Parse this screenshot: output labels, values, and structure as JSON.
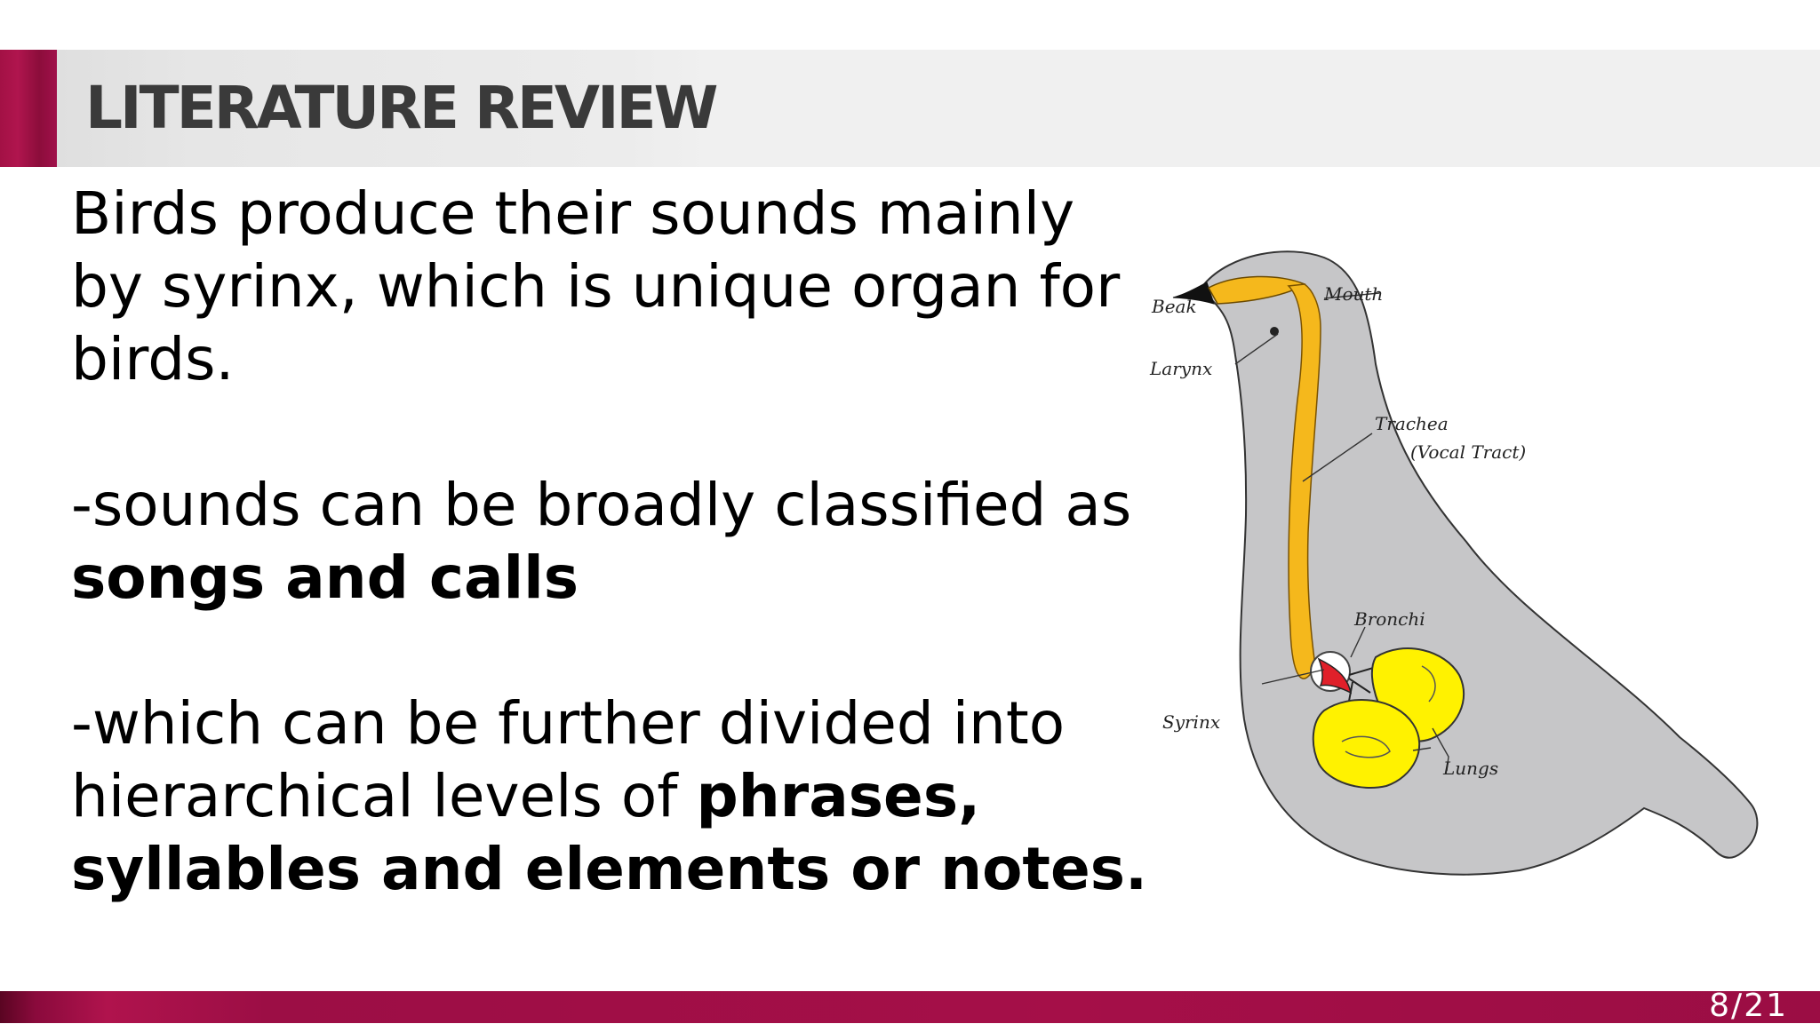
{
  "slide": {
    "title": "LITERATURE REVIEW",
    "page_number": "8/21"
  },
  "body": {
    "para1": "Birds produce their sounds mainly by syrinx, which is unique organ for birds.",
    "para2_prefix": "-sounds can be broadly classified as ",
    "para2_bold": "songs and calls",
    "para3_prefix": "-which can be further divided into hierarchical levels of ",
    "para3_bold": "phrases, syllables and elements or notes."
  },
  "diagram": {
    "labels": {
      "beak": "Beak",
      "mouth": "Mouth",
      "larynx": "Larynx",
      "trachea": "Trachea",
      "vocal_tract": "(Vocal Tract)",
      "bronchi": "Bronchi",
      "syrinx": "Syrinx",
      "lungs": "Lungs"
    },
    "colors": {
      "body": "#c6c6c8",
      "trachea": "#f5b81c",
      "lungs": "#fff200",
      "syrinx": "#e0202a"
    }
  },
  "theme": {
    "accent": "#a0104a",
    "header_bg": "#f0f0f0",
    "title_color": "#3a3a3a"
  }
}
